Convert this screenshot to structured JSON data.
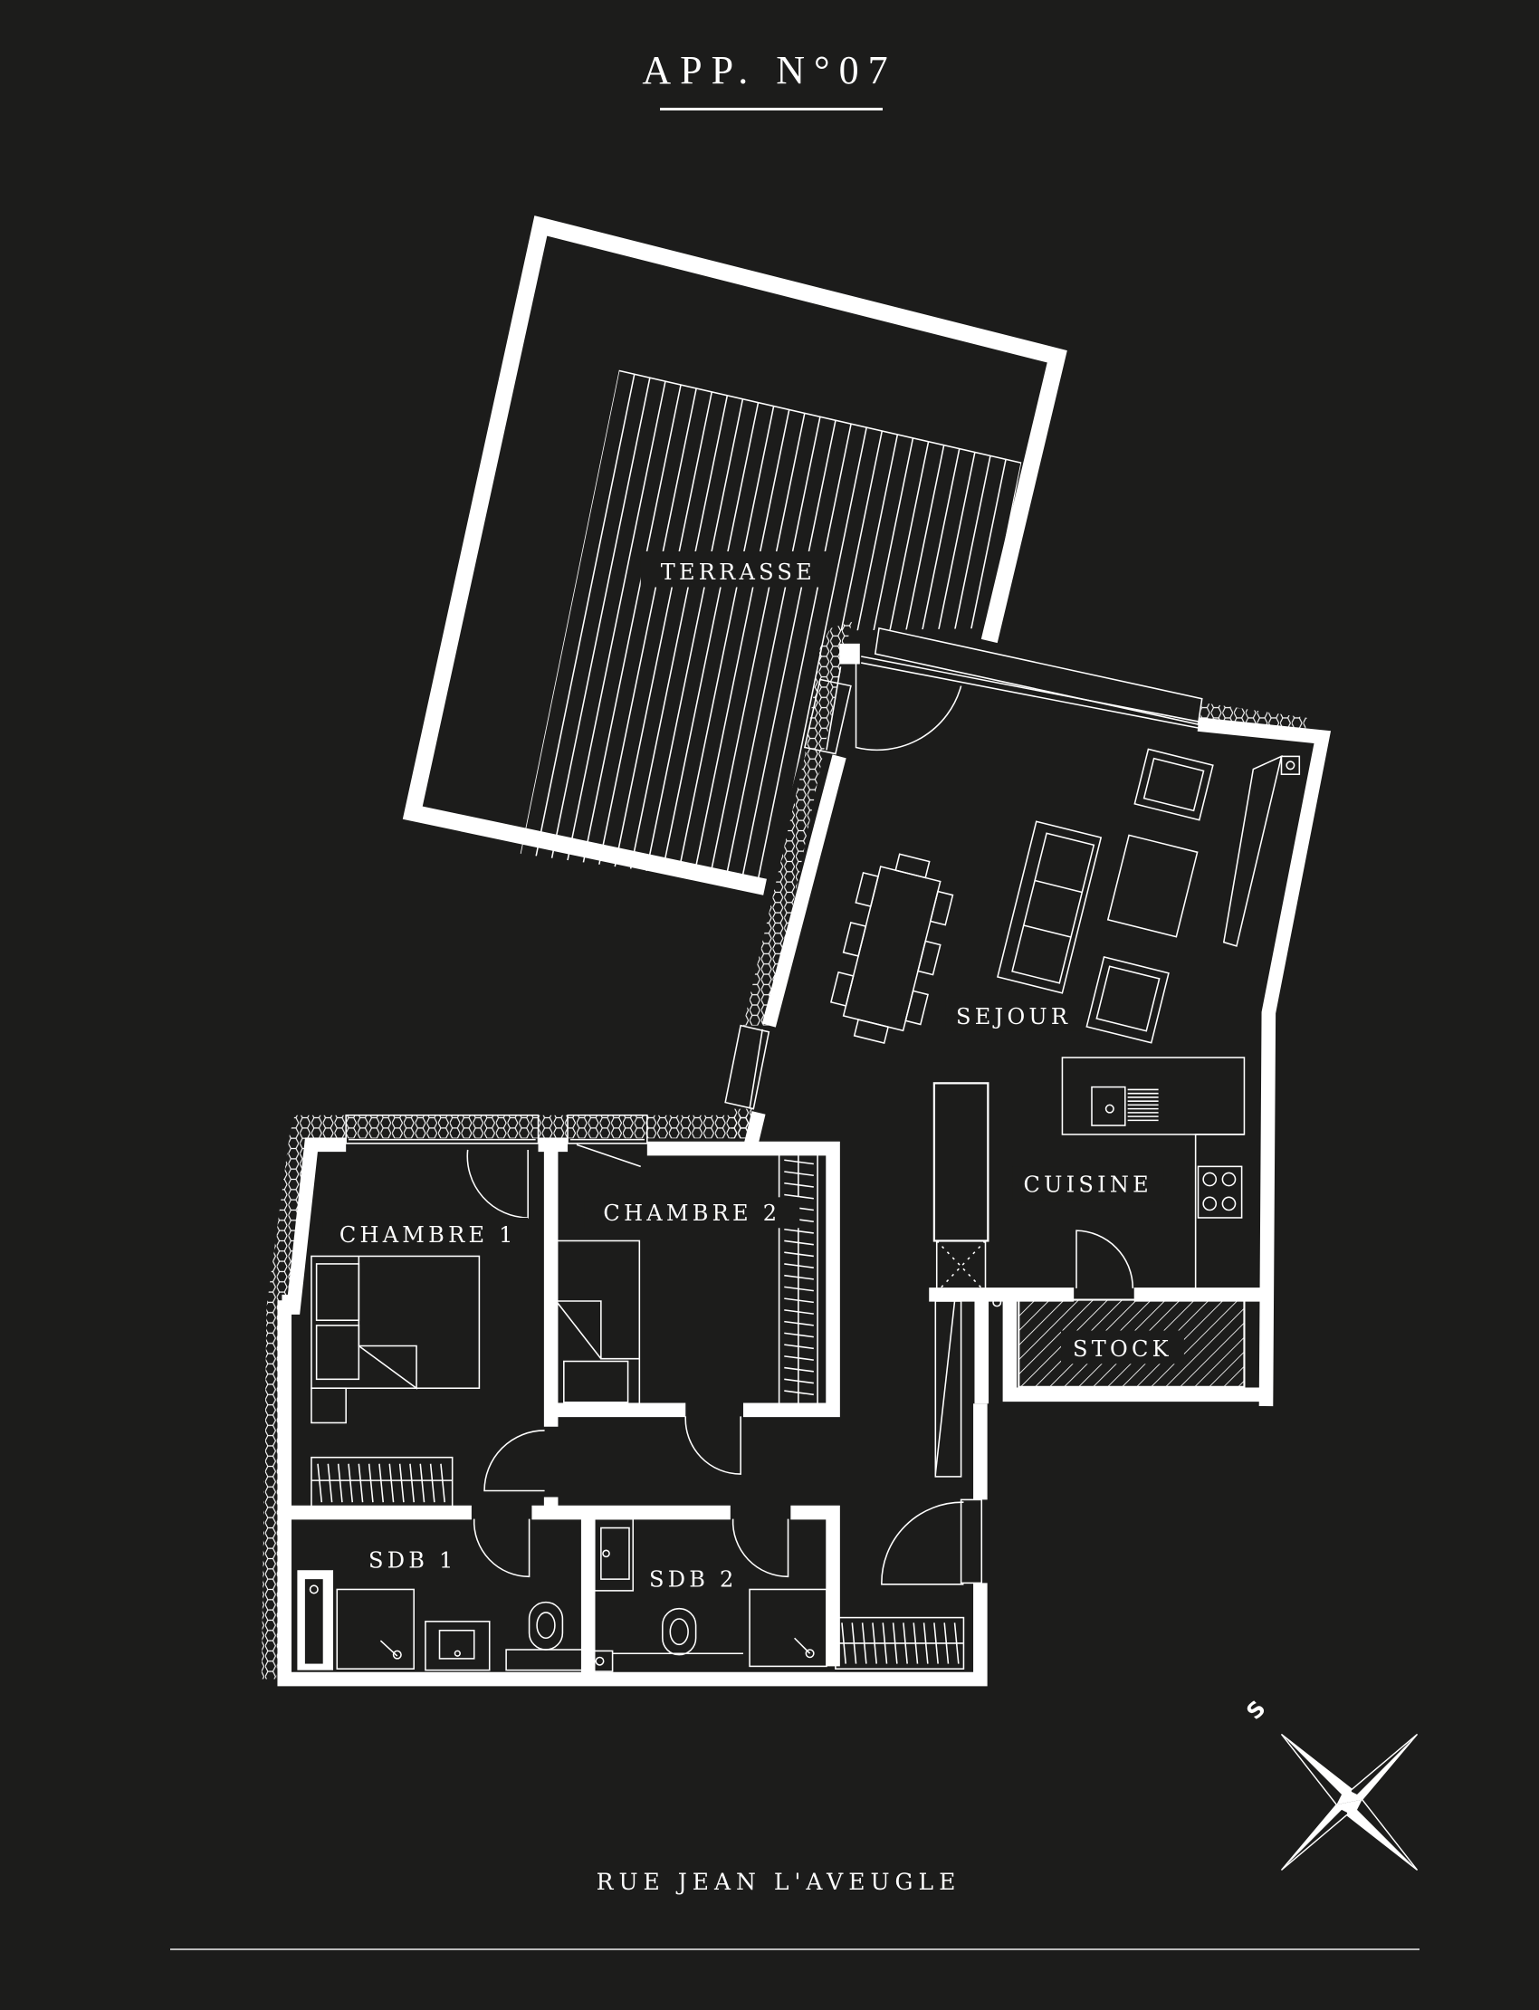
{
  "header": {
    "title": "APP. N°07"
  },
  "footer": {
    "street": "RUE JEAN L'AVEUGLE"
  },
  "compass": {
    "label": "S",
    "icon": "compass-rose-icon"
  },
  "rooms": {
    "terrasse": "TERRASSE",
    "sejour": "SEJOUR",
    "cuisine": "CUISINE",
    "stock": "STOCK",
    "chambre1": "CHAMBRE 1",
    "chambre2": "CHAMBRE 2",
    "sdb1": "SDB 1",
    "sdb2": "SDB 2"
  },
  "colors": {
    "background": "#1c1c1b",
    "lines": "#ffffff"
  }
}
